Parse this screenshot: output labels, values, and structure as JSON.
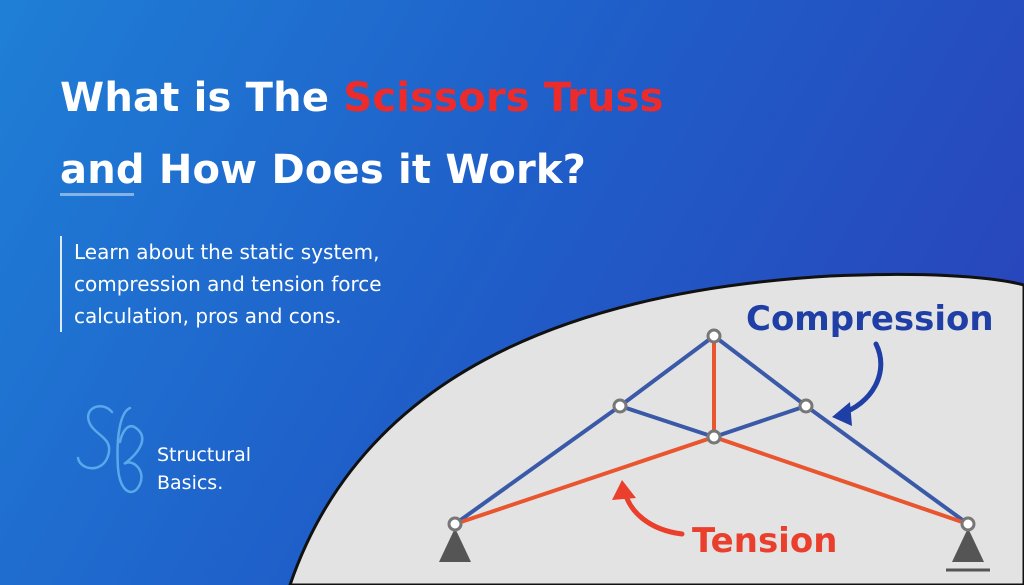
{
  "header": {
    "title_part1": "What is The ",
    "title_highlight": "Scissors Truss",
    "title_line2": "and How Does it Work?"
  },
  "description": {
    "lines": [
      "Learn about the static system,",
      "compression and tension force",
      "calculation, pros and cons."
    ]
  },
  "brand": {
    "monogram": "SB",
    "name_line1": "Structural",
    "name_line2": "Basics."
  },
  "diagram": {
    "compression_label": "Compression",
    "tension_label": "Tension"
  },
  "colors": {
    "background_start": "#1f7fd6",
    "background_end": "#2b3fb8",
    "title_highlight": "#ee2b2b",
    "compression_member": "#3a5aa8",
    "tension_member": "#e8552f",
    "compression_label": "#1f3fa6",
    "tension_label": "#e93f2c",
    "panel": "#e3e3e3",
    "support": "#555555"
  }
}
